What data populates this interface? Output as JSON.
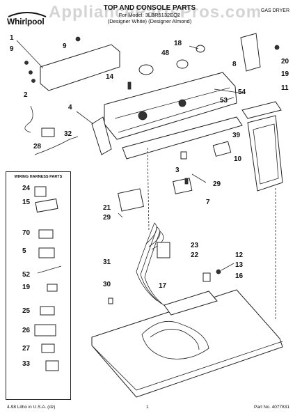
{
  "brand": "Whirlpool",
  "watermark": "AppliancePartsPros.com",
  "header": {
    "title": "TOP AND CONSOLE PARTS",
    "line1": "For Model: 3LBR5132EQ2",
    "line2": "(Designer White) (Designer Almond)"
  },
  "doc_type": "GAS DRYER",
  "harness_panel_title": "WIRING HARNESS PARTS",
  "callouts": {
    "c1": "1",
    "c9a": "9",
    "c9b": "9",
    "c48": "48",
    "c18": "18",
    "c8": "8",
    "c20": "20",
    "c19top": "19",
    "c14": "14",
    "c54": "54",
    "c11": "11",
    "c2": "2",
    "c4": "4",
    "c53": "53",
    "c32": "32",
    "c28": "28",
    "c39": "39",
    "c10": "10",
    "c3": "3",
    "c29a": "29",
    "c29b": "29",
    "c7": "7",
    "c21": "21",
    "c23": "23",
    "c22": "22",
    "c31": "31",
    "c17": "17",
    "c12": "12",
    "c13": "13",
    "c16": "16",
    "c30": "30"
  },
  "harness_items": [
    "24",
    "15",
    "70",
    "5",
    "52",
    "19",
    "25",
    "26",
    "27",
    "33"
  ],
  "footer": {
    "left": "4-98 Litho in U.S.A. (dz)",
    "page": "1",
    "part_no": "Part No. 4077831"
  }
}
